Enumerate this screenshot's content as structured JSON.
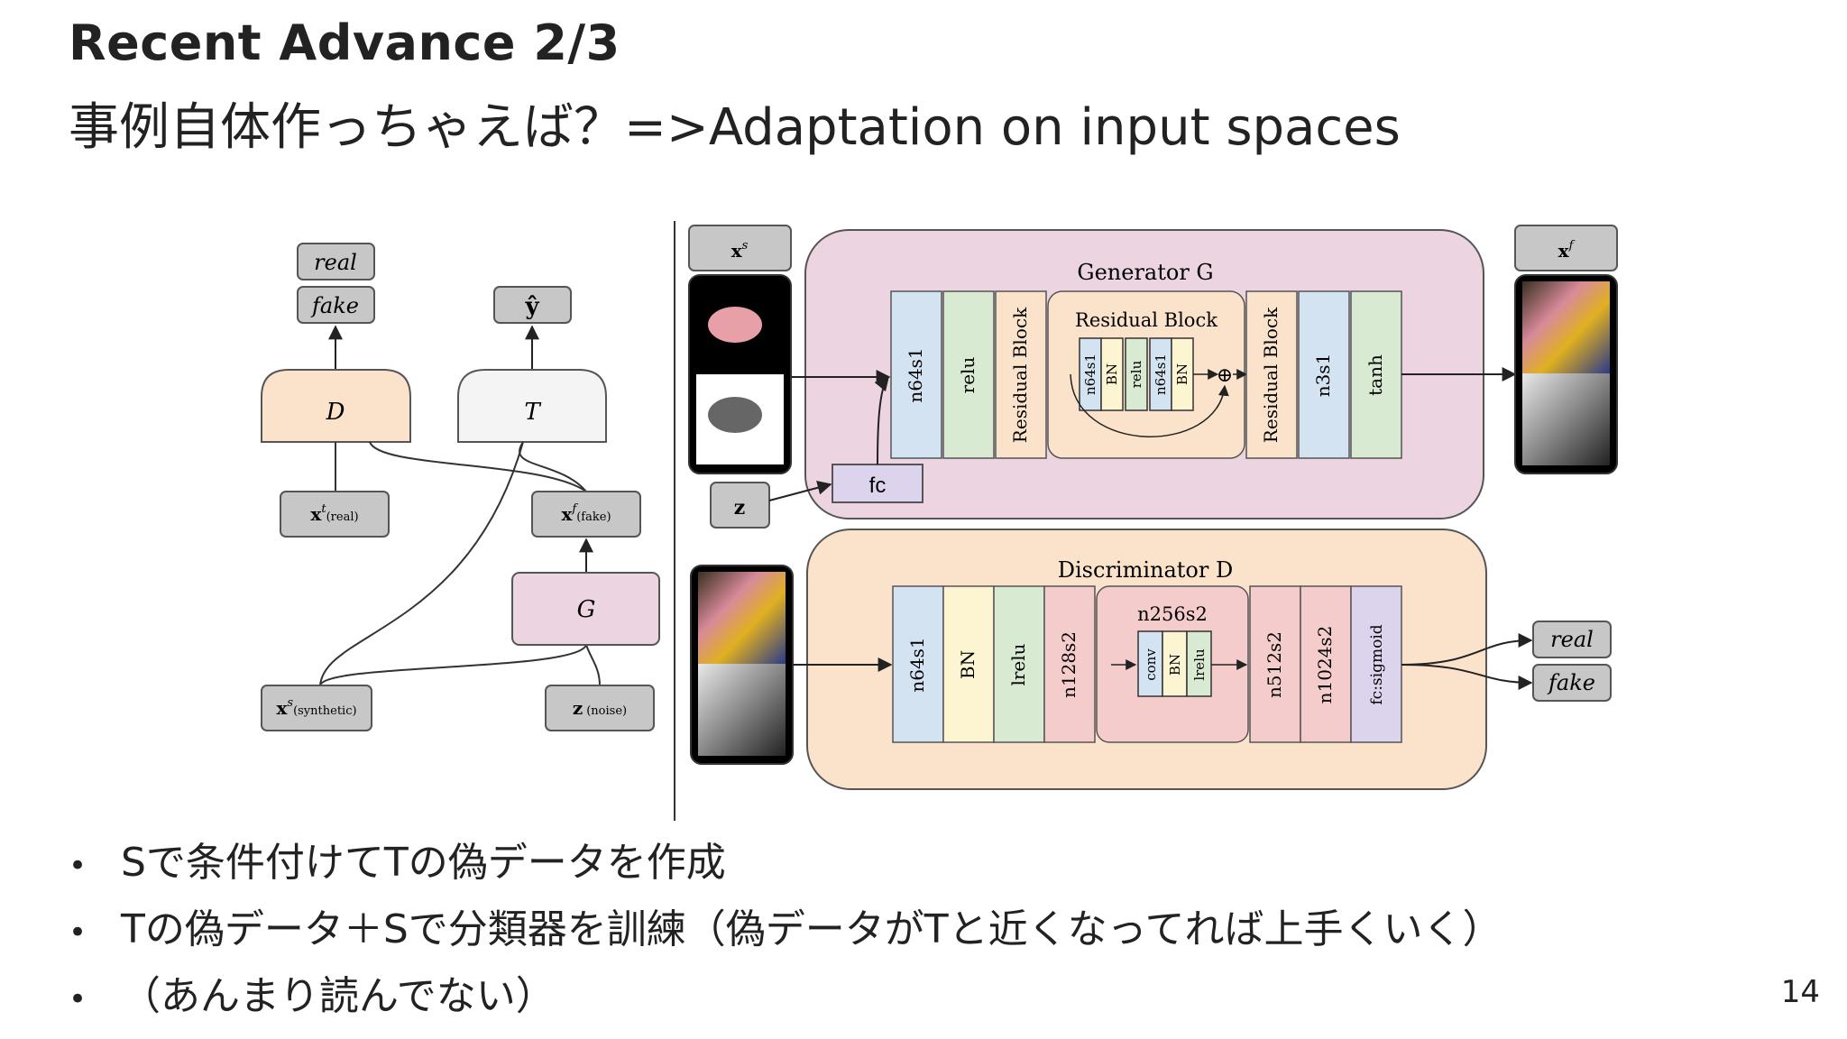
{
  "slide": {
    "title": "Recent Advance 2/3",
    "subtitle": "事例自体作っちゃえば？=>Adaptation on input spaces",
    "page_number": "14"
  },
  "left_diagram": {
    "out_real": "real",
    "out_fake": "fake",
    "out_yhat": "ŷ",
    "d_label": "D",
    "t_label": "T",
    "g_label": "G",
    "xt_main": "x",
    "xt_sup": "t",
    "xt_sub": "(real)",
    "xf_main": "x",
    "xf_sup": "f",
    "xf_sub": "(fake)",
    "xs_main": "x",
    "xs_sup": "s",
    "xs_sub": "(synthetic)",
    "z_main": "z",
    "z_sub": "(noise)"
  },
  "generator": {
    "title": "Generator G",
    "input_main": "x",
    "input_sup": "s",
    "output_main": "x",
    "output_sup": "f",
    "z_label": "z",
    "fc_label": "fc",
    "layers": [
      "n64s1",
      "relu",
      "Residual Block"
    ],
    "res_title": "Residual Block",
    "res_layers": [
      "n64s1",
      "BN",
      "relu",
      "n64s1",
      "BN"
    ],
    "sum_symbol": "⊕",
    "layers_after": [
      "Residual Block",
      "n3s1",
      "tanh"
    ]
  },
  "discriminator": {
    "title": "Discriminator D",
    "layers": [
      "n64s1",
      "BN",
      "lrelu",
      "n128s2"
    ],
    "group_title": "n256s2",
    "group_layers": [
      "conv",
      "BN",
      "lrelu"
    ],
    "layers_after": [
      "n512s2",
      "n1024s2",
      "fc:sigmoid"
    ],
    "out_real": "real",
    "out_fake": "fake"
  },
  "bullets": [
    "Sで条件付けてTの偽データを作成",
    "Tの偽データ＋Sで分類器を訓練（偽データがTと近くなってれば上手くいく）",
    "（あんまり読んでない）"
  ],
  "colors": {
    "gen_bg": "#ecd5e1",
    "disc_bg": "#fbe3cb",
    "res_bg": "#fbe3cb",
    "blue": "#d3e3f2",
    "green": "#d9ead3",
    "yellow": "#fdf5d2",
    "pink": "#f4cccc",
    "purple": "#dcd3ec",
    "gray_box": "#c7c7c7",
    "d_shape": "#fbe3cb",
    "t_shape": "#f4f4f4",
    "g_shape": "#ecd5e1"
  }
}
